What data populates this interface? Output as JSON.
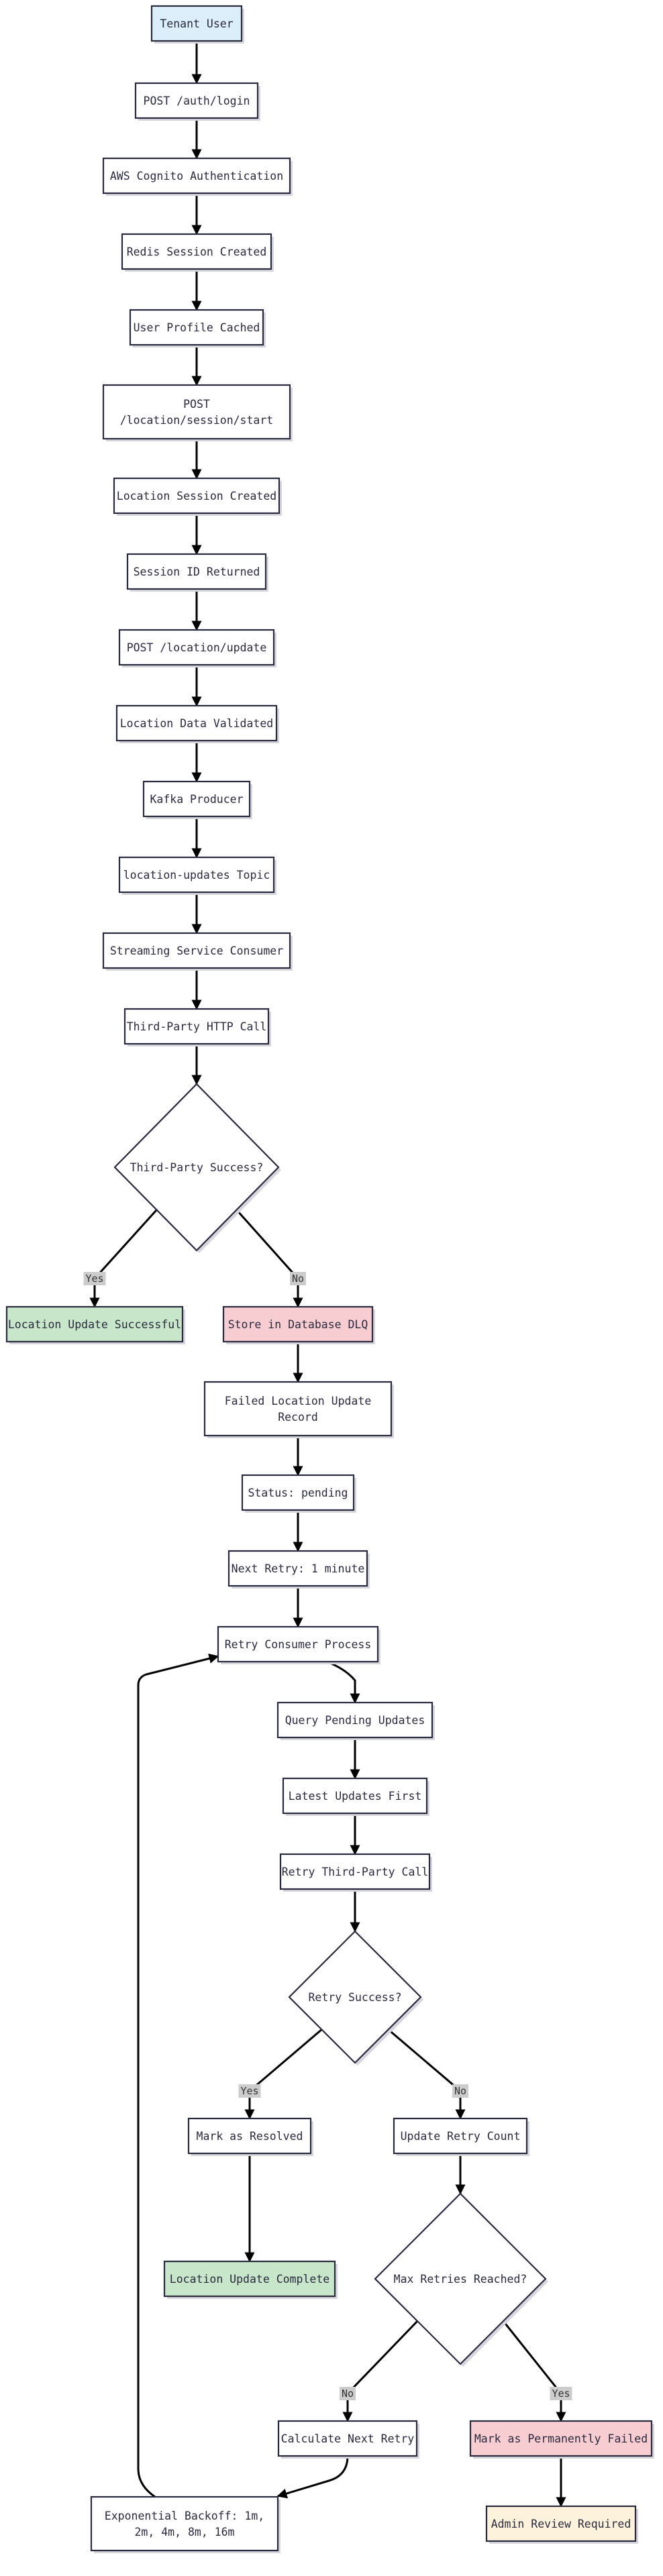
{
  "colors": {
    "default": "#ffffff",
    "start": "#dceefa",
    "success": "#c8e6c9",
    "failure": "#f8cdd2",
    "review": "#fdf3dc",
    "border": "#2a2a3e"
  },
  "nodes": [
    {
      "id": "tenant-user",
      "lines": [
        "Tenant User"
      ],
      "style": "start"
    },
    {
      "id": "post-auth-login",
      "lines": [
        "POST /auth/login"
      ]
    },
    {
      "id": "aws-cognito-auth",
      "lines": [
        "AWS Cognito Authentication"
      ]
    },
    {
      "id": "redis-session-created",
      "lines": [
        "Redis Session Created"
      ]
    },
    {
      "id": "user-profile-cached",
      "lines": [
        "User Profile Cached"
      ]
    },
    {
      "id": "post-location-session-start",
      "lines": [
        "POST",
        "/location/session/start"
      ]
    },
    {
      "id": "location-session-created",
      "lines": [
        "Location Session Created"
      ]
    },
    {
      "id": "session-id-returned",
      "lines": [
        "Session ID Returned"
      ]
    },
    {
      "id": "post-location-update",
      "lines": [
        "POST /location/update"
      ]
    },
    {
      "id": "location-data-validated",
      "lines": [
        "Location Data Validated"
      ]
    },
    {
      "id": "kafka-producer",
      "lines": [
        "Kafka Producer"
      ]
    },
    {
      "id": "location-updates-topic",
      "lines": [
        "location-updates Topic"
      ]
    },
    {
      "id": "streaming-service-consumer",
      "lines": [
        "Streaming Service Consumer"
      ]
    },
    {
      "id": "third-party-http-call",
      "lines": [
        "Third-Party HTTP Call"
      ]
    },
    {
      "id": "third-party-success",
      "lines": [
        "Third-Party Success?"
      ],
      "shape": "diamond"
    },
    {
      "id": "location-update-successful",
      "lines": [
        "Location Update Successful"
      ],
      "style": "success"
    },
    {
      "id": "store-in-database-dlq",
      "lines": [
        "Store in Database DLQ"
      ],
      "style": "failure"
    },
    {
      "id": "failed-location-update-record",
      "lines": [
        "Failed Location Update",
        "Record"
      ]
    },
    {
      "id": "status-pending",
      "lines": [
        "Status: pending"
      ]
    },
    {
      "id": "next-retry-1-minute",
      "lines": [
        "Next Retry: 1 minute"
      ]
    },
    {
      "id": "retry-consumer-process",
      "lines": [
        "Retry Consumer Process"
      ]
    },
    {
      "id": "query-pending-updates",
      "lines": [
        "Query Pending Updates"
      ]
    },
    {
      "id": "latest-updates-first",
      "lines": [
        "Latest Updates First"
      ]
    },
    {
      "id": "retry-third-party-call",
      "lines": [
        "Retry Third-Party Call"
      ]
    },
    {
      "id": "retry-success",
      "lines": [
        "Retry Success?"
      ],
      "shape": "diamond"
    },
    {
      "id": "mark-as-resolved",
      "lines": [
        "Mark as Resolved"
      ]
    },
    {
      "id": "update-retry-count",
      "lines": [
        "Update Retry Count"
      ]
    },
    {
      "id": "location-update-complete",
      "lines": [
        "Location Update Complete"
      ],
      "style": "success"
    },
    {
      "id": "max-retries-reached",
      "lines": [
        "Max Retries Reached?"
      ],
      "shape": "diamond"
    },
    {
      "id": "calculate-next-retry",
      "lines": [
        "Calculate Next Retry"
      ]
    },
    {
      "id": "mark-as-permanently-failed",
      "lines": [
        "Mark as Permanently Failed"
      ],
      "style": "failure"
    },
    {
      "id": "exponential-backoff",
      "lines": [
        "Exponential Backoff: 1m,",
        "2m, 4m, 8m, 16m"
      ]
    },
    {
      "id": "admin-review-required",
      "lines": [
        "Admin Review Required"
      ],
      "style": "review"
    }
  ],
  "edges": [
    {
      "from": "tenant-user",
      "to": "post-auth-login"
    },
    {
      "from": "post-auth-login",
      "to": "aws-cognito-auth"
    },
    {
      "from": "aws-cognito-auth",
      "to": "redis-session-created"
    },
    {
      "from": "redis-session-created",
      "to": "user-profile-cached"
    },
    {
      "from": "user-profile-cached",
      "to": "post-location-session-start"
    },
    {
      "from": "post-location-session-start",
      "to": "location-session-created"
    },
    {
      "from": "location-session-created",
      "to": "session-id-returned"
    },
    {
      "from": "session-id-returned",
      "to": "post-location-update"
    },
    {
      "from": "post-location-update",
      "to": "location-data-validated"
    },
    {
      "from": "location-data-validated",
      "to": "kafka-producer"
    },
    {
      "from": "kafka-producer",
      "to": "location-updates-topic"
    },
    {
      "from": "location-updates-topic",
      "to": "streaming-service-consumer"
    },
    {
      "from": "streaming-service-consumer",
      "to": "third-party-http-call"
    },
    {
      "from": "third-party-http-call",
      "to": "third-party-success"
    },
    {
      "from": "third-party-success",
      "to": "location-update-successful",
      "label": "Yes"
    },
    {
      "from": "third-party-success",
      "to": "store-in-database-dlq",
      "label": "No"
    },
    {
      "from": "store-in-database-dlq",
      "to": "failed-location-update-record"
    },
    {
      "from": "failed-location-update-record",
      "to": "status-pending"
    },
    {
      "from": "status-pending",
      "to": "next-retry-1-minute"
    },
    {
      "from": "next-retry-1-minute",
      "to": "retry-consumer-process"
    },
    {
      "from": "retry-consumer-process",
      "to": "query-pending-updates"
    },
    {
      "from": "query-pending-updates",
      "to": "latest-updates-first"
    },
    {
      "from": "latest-updates-first",
      "to": "retry-third-party-call"
    },
    {
      "from": "retry-third-party-call",
      "to": "retry-success"
    },
    {
      "from": "retry-success",
      "to": "mark-as-resolved",
      "label": "Yes"
    },
    {
      "from": "retry-success",
      "to": "update-retry-count",
      "label": "No"
    },
    {
      "from": "mark-as-resolved",
      "to": "location-update-complete"
    },
    {
      "from": "update-retry-count",
      "to": "max-retries-reached"
    },
    {
      "from": "max-retries-reached",
      "to": "calculate-next-retry",
      "label": "No"
    },
    {
      "from": "max-retries-reached",
      "to": "mark-as-permanently-failed",
      "label": "Yes"
    },
    {
      "from": "calculate-next-retry",
      "to": "exponential-backoff"
    },
    {
      "from": "mark-as-permanently-failed",
      "to": "admin-review-required"
    },
    {
      "from": "exponential-backoff",
      "to": "retry-consumer-process"
    }
  ]
}
